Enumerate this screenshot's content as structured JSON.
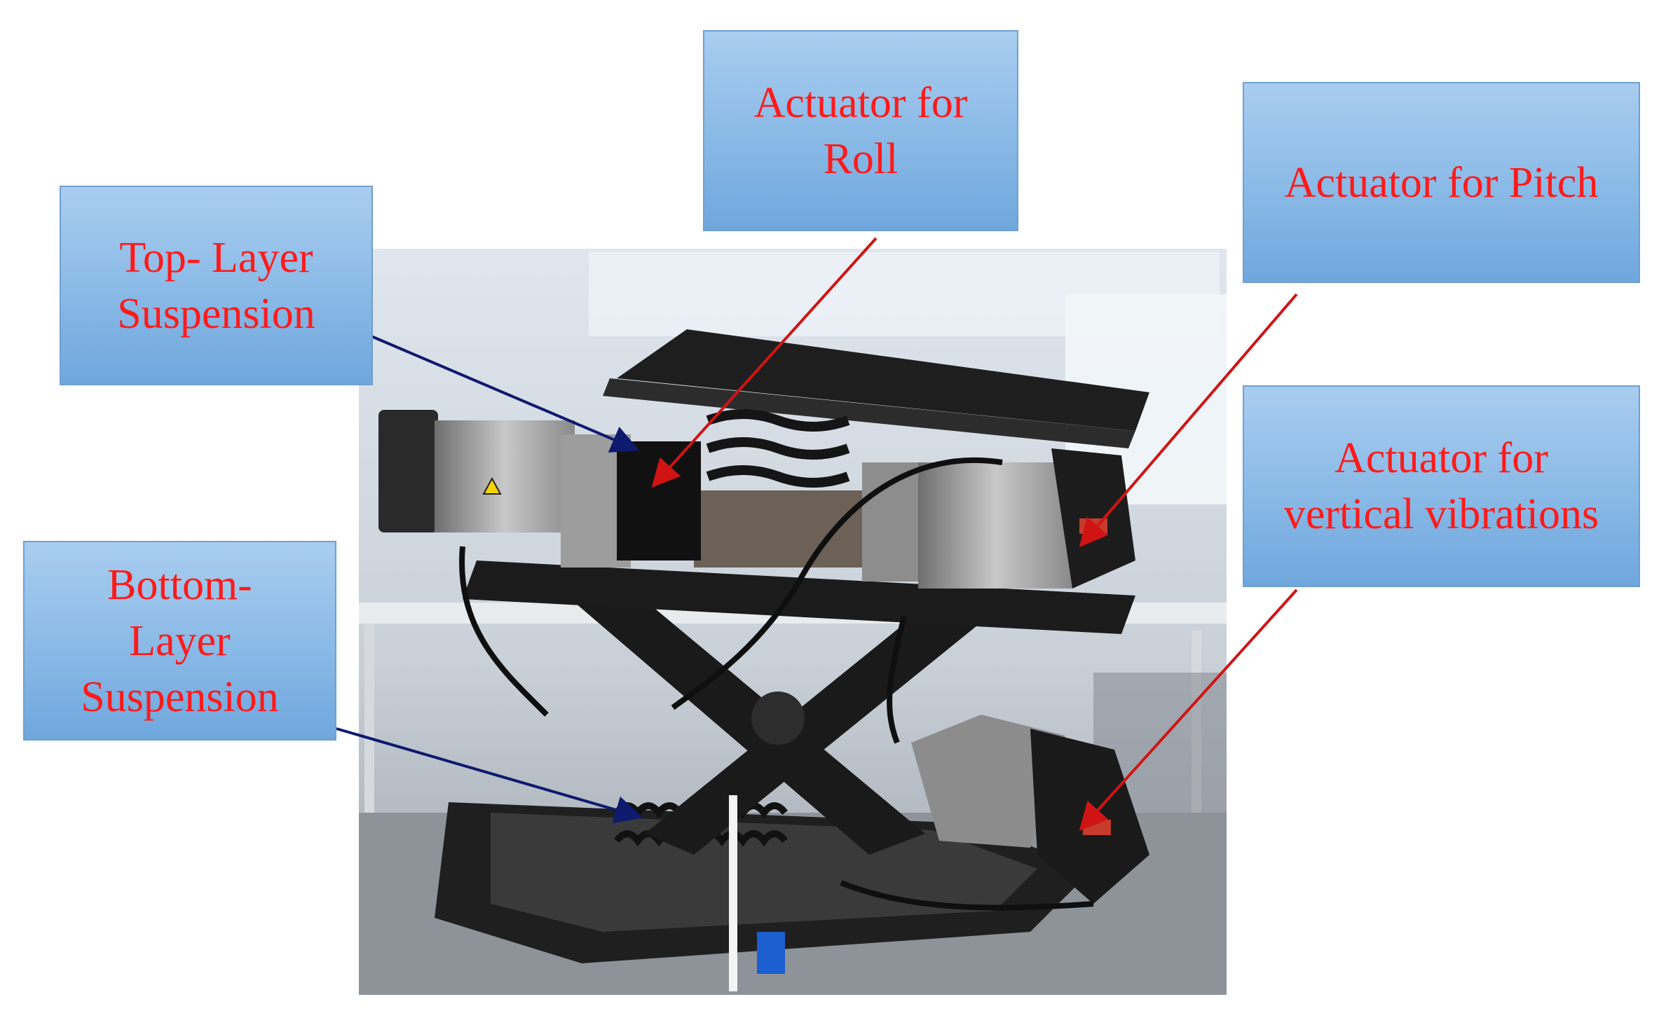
{
  "figure": {
    "labels": {
      "roll": "Actuator for\nRoll",
      "pitch": "Actuator for Pitch",
      "top_suspension": "Top- Layer\nSuspension",
      "vertical": "Actuator for\nvertical vibrations",
      "bottom_suspension": "Bottom-\nLayer\nSuspension"
    },
    "colors": {
      "label_text": "#ff1a1a",
      "arrow_red": "#d01414",
      "arrow_blue": "#0d1a6e",
      "box_fill": "#8fbde8"
    }
  }
}
